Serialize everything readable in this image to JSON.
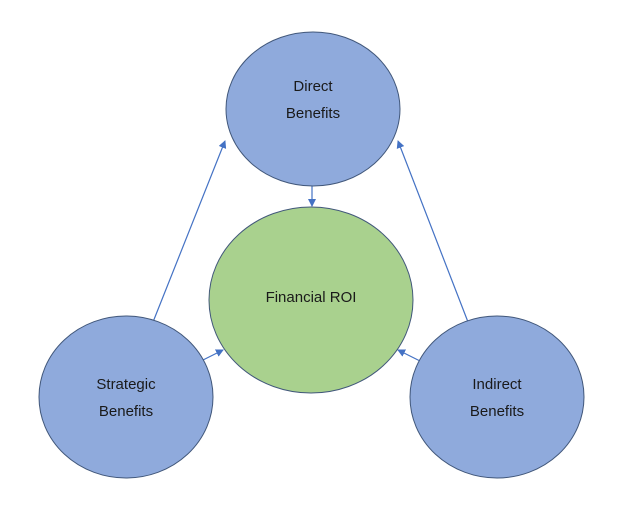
{
  "colors": {
    "benefit_fill": "#8faadc",
    "roi_fill": "#a9d18e",
    "stroke": "#41577a",
    "arrow": "#4472c4"
  },
  "nodes": {
    "direct": {
      "line1": "Direct",
      "line2": "Benefits"
    },
    "roi": {
      "line1": "Financial ROI"
    },
    "strategic": {
      "line1": "Strategic",
      "line2": "Benefits"
    },
    "indirect": {
      "line1": "Indirect",
      "line2": "Benefits"
    }
  }
}
